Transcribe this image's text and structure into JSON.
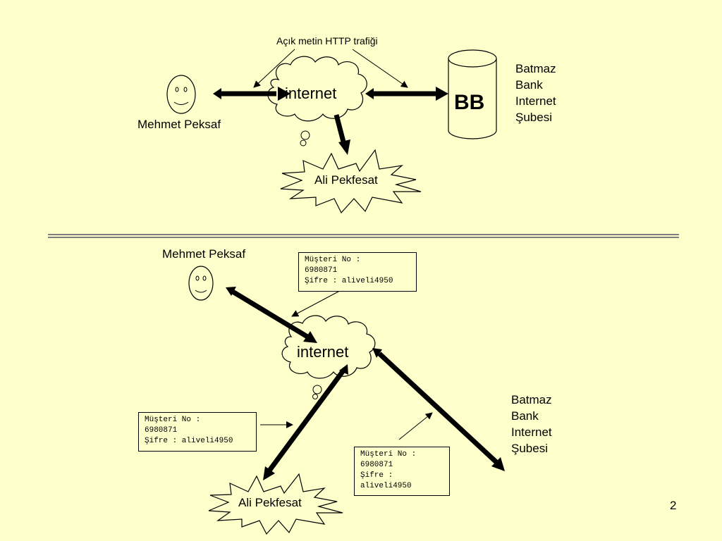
{
  "top": {
    "traffic_label": "Açık metin HTTP trafiği",
    "user_name": "Mehmet Peksaf",
    "cloud_label": "internet",
    "server_label": "BB",
    "bank_lines": [
      "Batmaz",
      "Bank",
      "Internet",
      "Şubesi"
    ],
    "attacker_name": "Ali Pekfesat"
  },
  "bottom": {
    "user_name": "Mehmet Peksaf",
    "cloud_label": "internet",
    "attacker_name": "Ali Pekfesat",
    "bank_lines": [
      "Batmaz",
      "Bank",
      "Internet",
      "Şubesi"
    ],
    "credential_boxes": [
      {
        "lines": [
          "Müşteri No :",
          "6980871",
          "Şifre : aliveli4950"
        ]
      },
      {
        "lines": [
          "Müşteri No :",
          "6980871",
          "Şifre : aliveli4950"
        ]
      },
      {
        "lines": [
          "Müşteri No :",
          "6980871",
          "Şifre :",
          "aliveli4950"
        ]
      }
    ]
  },
  "page_number": "2",
  "colors": {
    "background": "#ffffcc",
    "ink": "#000000",
    "divider": "#7f7f7f"
  }
}
